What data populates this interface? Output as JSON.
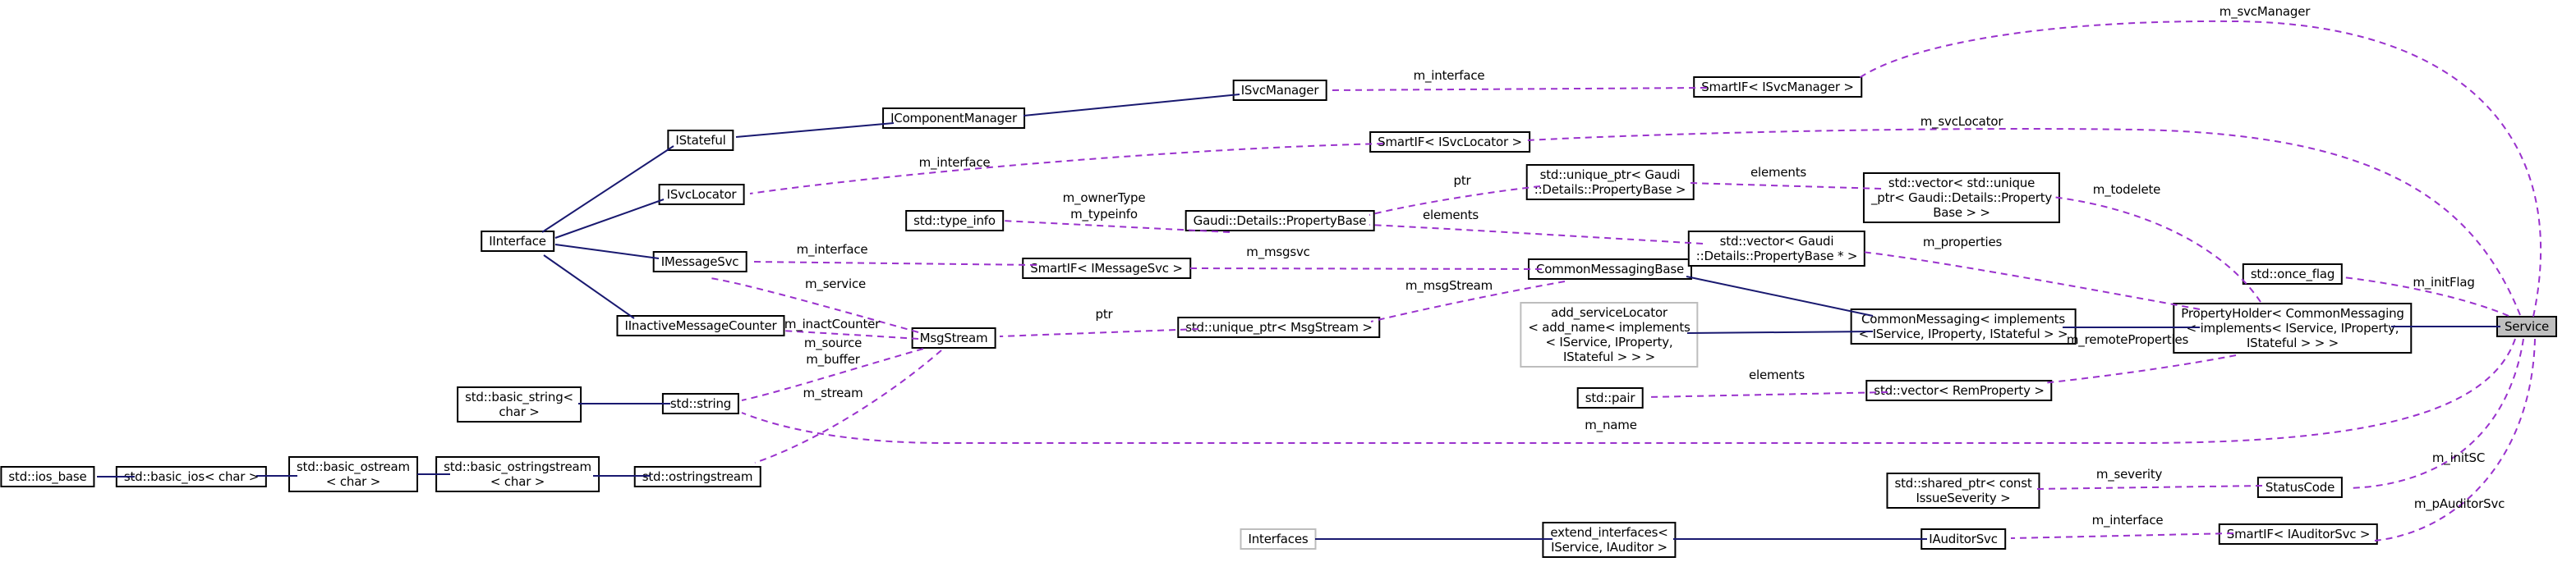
{
  "diagram": {
    "colors": {
      "inheritance_edge": "#191970",
      "usage_edge": "#9a32cd",
      "node_border": "#000000",
      "template_node_border": "#bdbdbd",
      "focus_node_fill": "#bfbfbf",
      "background": "#ffffff"
    },
    "nodes": {
      "ios_base": {
        "label": "std::ios_base"
      },
      "basic_ios": {
        "label": "std::basic_ios< char >"
      },
      "basic_ostream": {
        "label": "std::basic_ostream\n< char >"
      },
      "basic_ostringstream": {
        "label": "std::basic_ostringstream\n< char >"
      },
      "ostringstream": {
        "label": "std::ostringstream"
      },
      "basic_string": {
        "label": "std::basic_string<\nchar >"
      },
      "string": {
        "label": "std::string"
      },
      "iinterface": {
        "label": "IInterface"
      },
      "istateful": {
        "label": "IStateful"
      },
      "isvclocator": {
        "label": "ISvcLocator"
      },
      "imessagesvc": {
        "label": "IMessageSvc"
      },
      "iinactivemessagecounter": {
        "label": "IInactiveMessageCounter"
      },
      "msgstream": {
        "label": "MsgStream"
      },
      "icomponentmanager": {
        "label": "IComponentManager"
      },
      "isvcmanager": {
        "label": "ISvcManager"
      },
      "smartif_isvcmanager": {
        "label": "SmartIF< ISvcManager >"
      },
      "smartif_isvclocator": {
        "label": "SmartIF< ISvcLocator >"
      },
      "type_info": {
        "label": "std::type_info"
      },
      "propertybase": {
        "label": "Gaudi::Details::PropertyBase"
      },
      "smartif_imessagesvc": {
        "label": "SmartIF< IMessageSvc >"
      },
      "unique_ptr_msgstream": {
        "label": "std::unique_ptr< MsgStream >"
      },
      "commonmessagingbase": {
        "label": "CommonMessagingBase"
      },
      "add_servicelocator": {
        "label": "add_serviceLocator\n< add_name< implements\n< IService, IProperty,\nIStateful > > >"
      },
      "unique_ptr_propertybase": {
        "label": "std::unique_ptr< Gaudi\n::Details::PropertyBase >"
      },
      "vector_unique_ptr_propertybase": {
        "label": "std::vector< std::unique\n_ptr< Gaudi::Details::Property\nBase > >"
      },
      "vector_propertybase_ptr": {
        "label": "std::vector< Gaudi\n::Details::PropertyBase * >"
      },
      "commonmessaging": {
        "label": "CommonMessaging< implements\n< IService, IProperty, IStateful > >"
      },
      "propertyholder": {
        "label": "PropertyHolder< CommonMessaging\n< implements< IService, IProperty,\nIStateful > > >"
      },
      "once_flag": {
        "label": "std::once_flag"
      },
      "service": {
        "label": "Service"
      },
      "pair": {
        "label": "std::pair"
      },
      "vector_remproperty": {
        "label": "std::vector< RemProperty >"
      },
      "shared_ptr_issueseverity": {
        "label": "std::shared_ptr< const\nIssueSeverity >"
      },
      "statuscode": {
        "label": "StatusCode"
      },
      "interfaces": {
        "label": "Interfaces"
      },
      "extend_interfaces": {
        "label": "extend_interfaces<\nIService, IAuditor >"
      },
      "iauditorsvc": {
        "label": "IAuditorSvc"
      },
      "smartif_iauditorsvc": {
        "label": "SmartIF< IAuditorSvc >"
      }
    },
    "edge_labels": {
      "m_svcManager": "m_svcManager",
      "m_interface_svcmanager": "m_interface",
      "m_svcLocator": "m_svcLocator",
      "m_interface_svclocator": "m_interface",
      "elements_uptr": "elements",
      "m_todelete": "m_todelete",
      "m_ownerType_typeinfo": "m_ownerType\nm_typeinfo",
      "ptr_propertybase": "ptr",
      "elements_propertybase": "elements",
      "m_interface_imessagesvc": "m_interface",
      "m_msgsvc": "m_msgsvc",
      "m_msgStream": "m_msgStream",
      "m_properties": "m_properties",
      "m_initFlag": "m_initFlag",
      "m_service": "m_service",
      "m_inactCounter": "m_inactCounter",
      "m_source_buffer": "m_source\nm_buffer",
      "ptr_msgstream": "ptr",
      "m_stream": "m_stream",
      "m_remoteProperties": "m_remoteProperties",
      "elements_pair": "elements",
      "m_name": "m_name",
      "m_severity": "m_severity",
      "m_initSC": "m_initSC",
      "m_pAuditorSvc": "m_pAuditorSvc",
      "m_interface_auditorsvc": "m_interface"
    }
  }
}
